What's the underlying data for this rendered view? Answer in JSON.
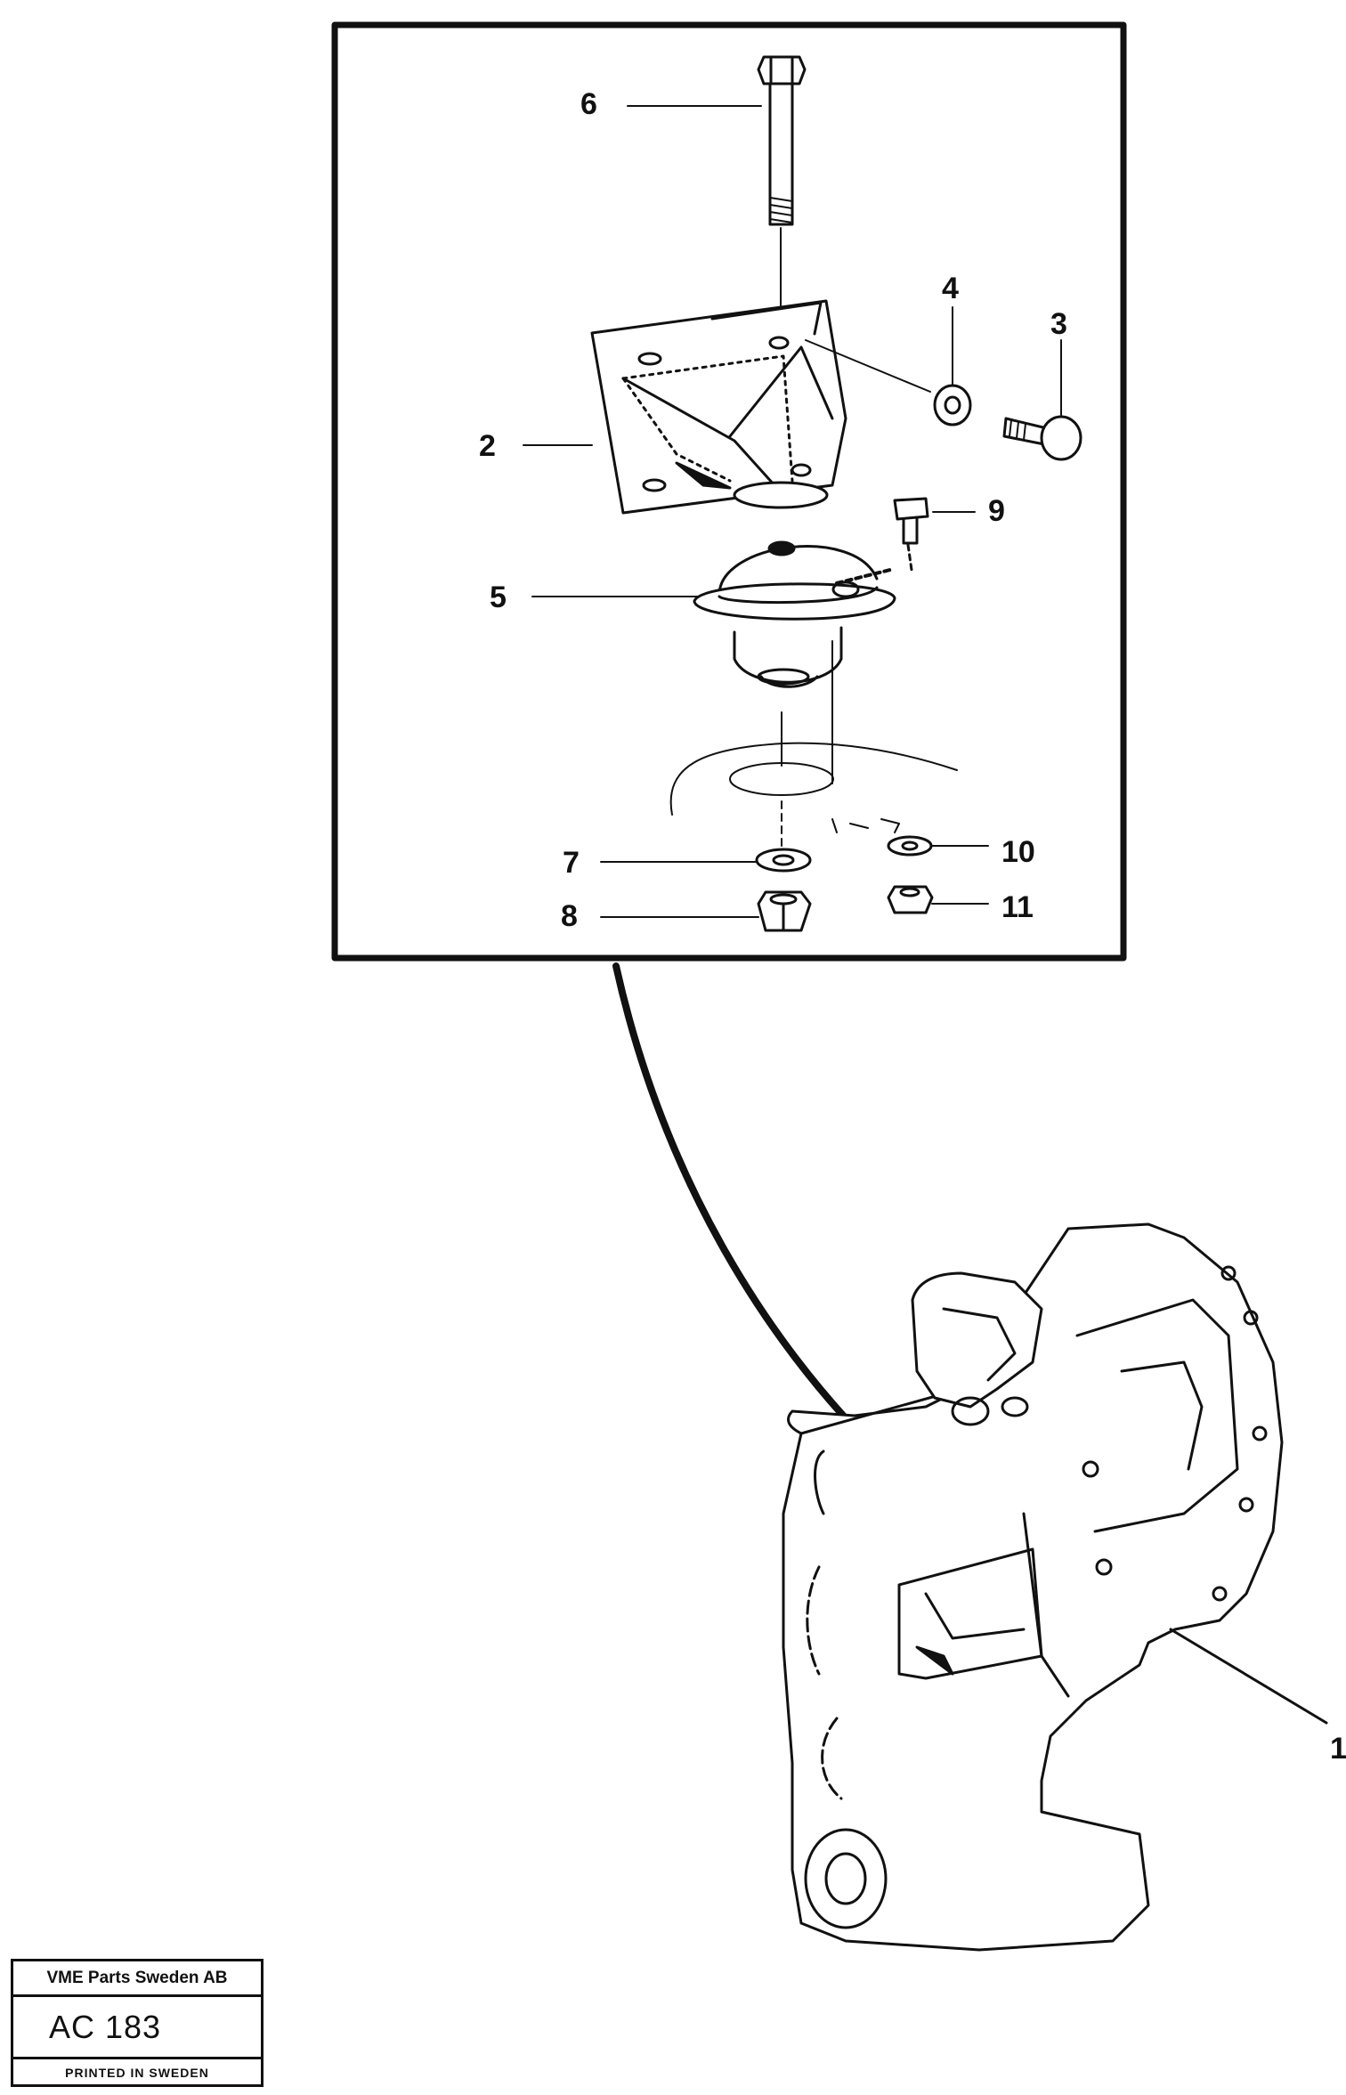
{
  "callouts": {
    "c1": "1",
    "c2": "2",
    "c3": "3",
    "c4": "4",
    "c5": "5",
    "c6": "6",
    "c7": "7",
    "c8": "8",
    "c9": "9",
    "c10": "10",
    "c11": "11"
  },
  "stamp": {
    "company": "VME Parts Sweden AB",
    "code": "AC 183",
    "printed": "PRINTED IN SWEDEN"
  },
  "colors": {
    "ink": "#111111",
    "paper": "#ffffff"
  }
}
